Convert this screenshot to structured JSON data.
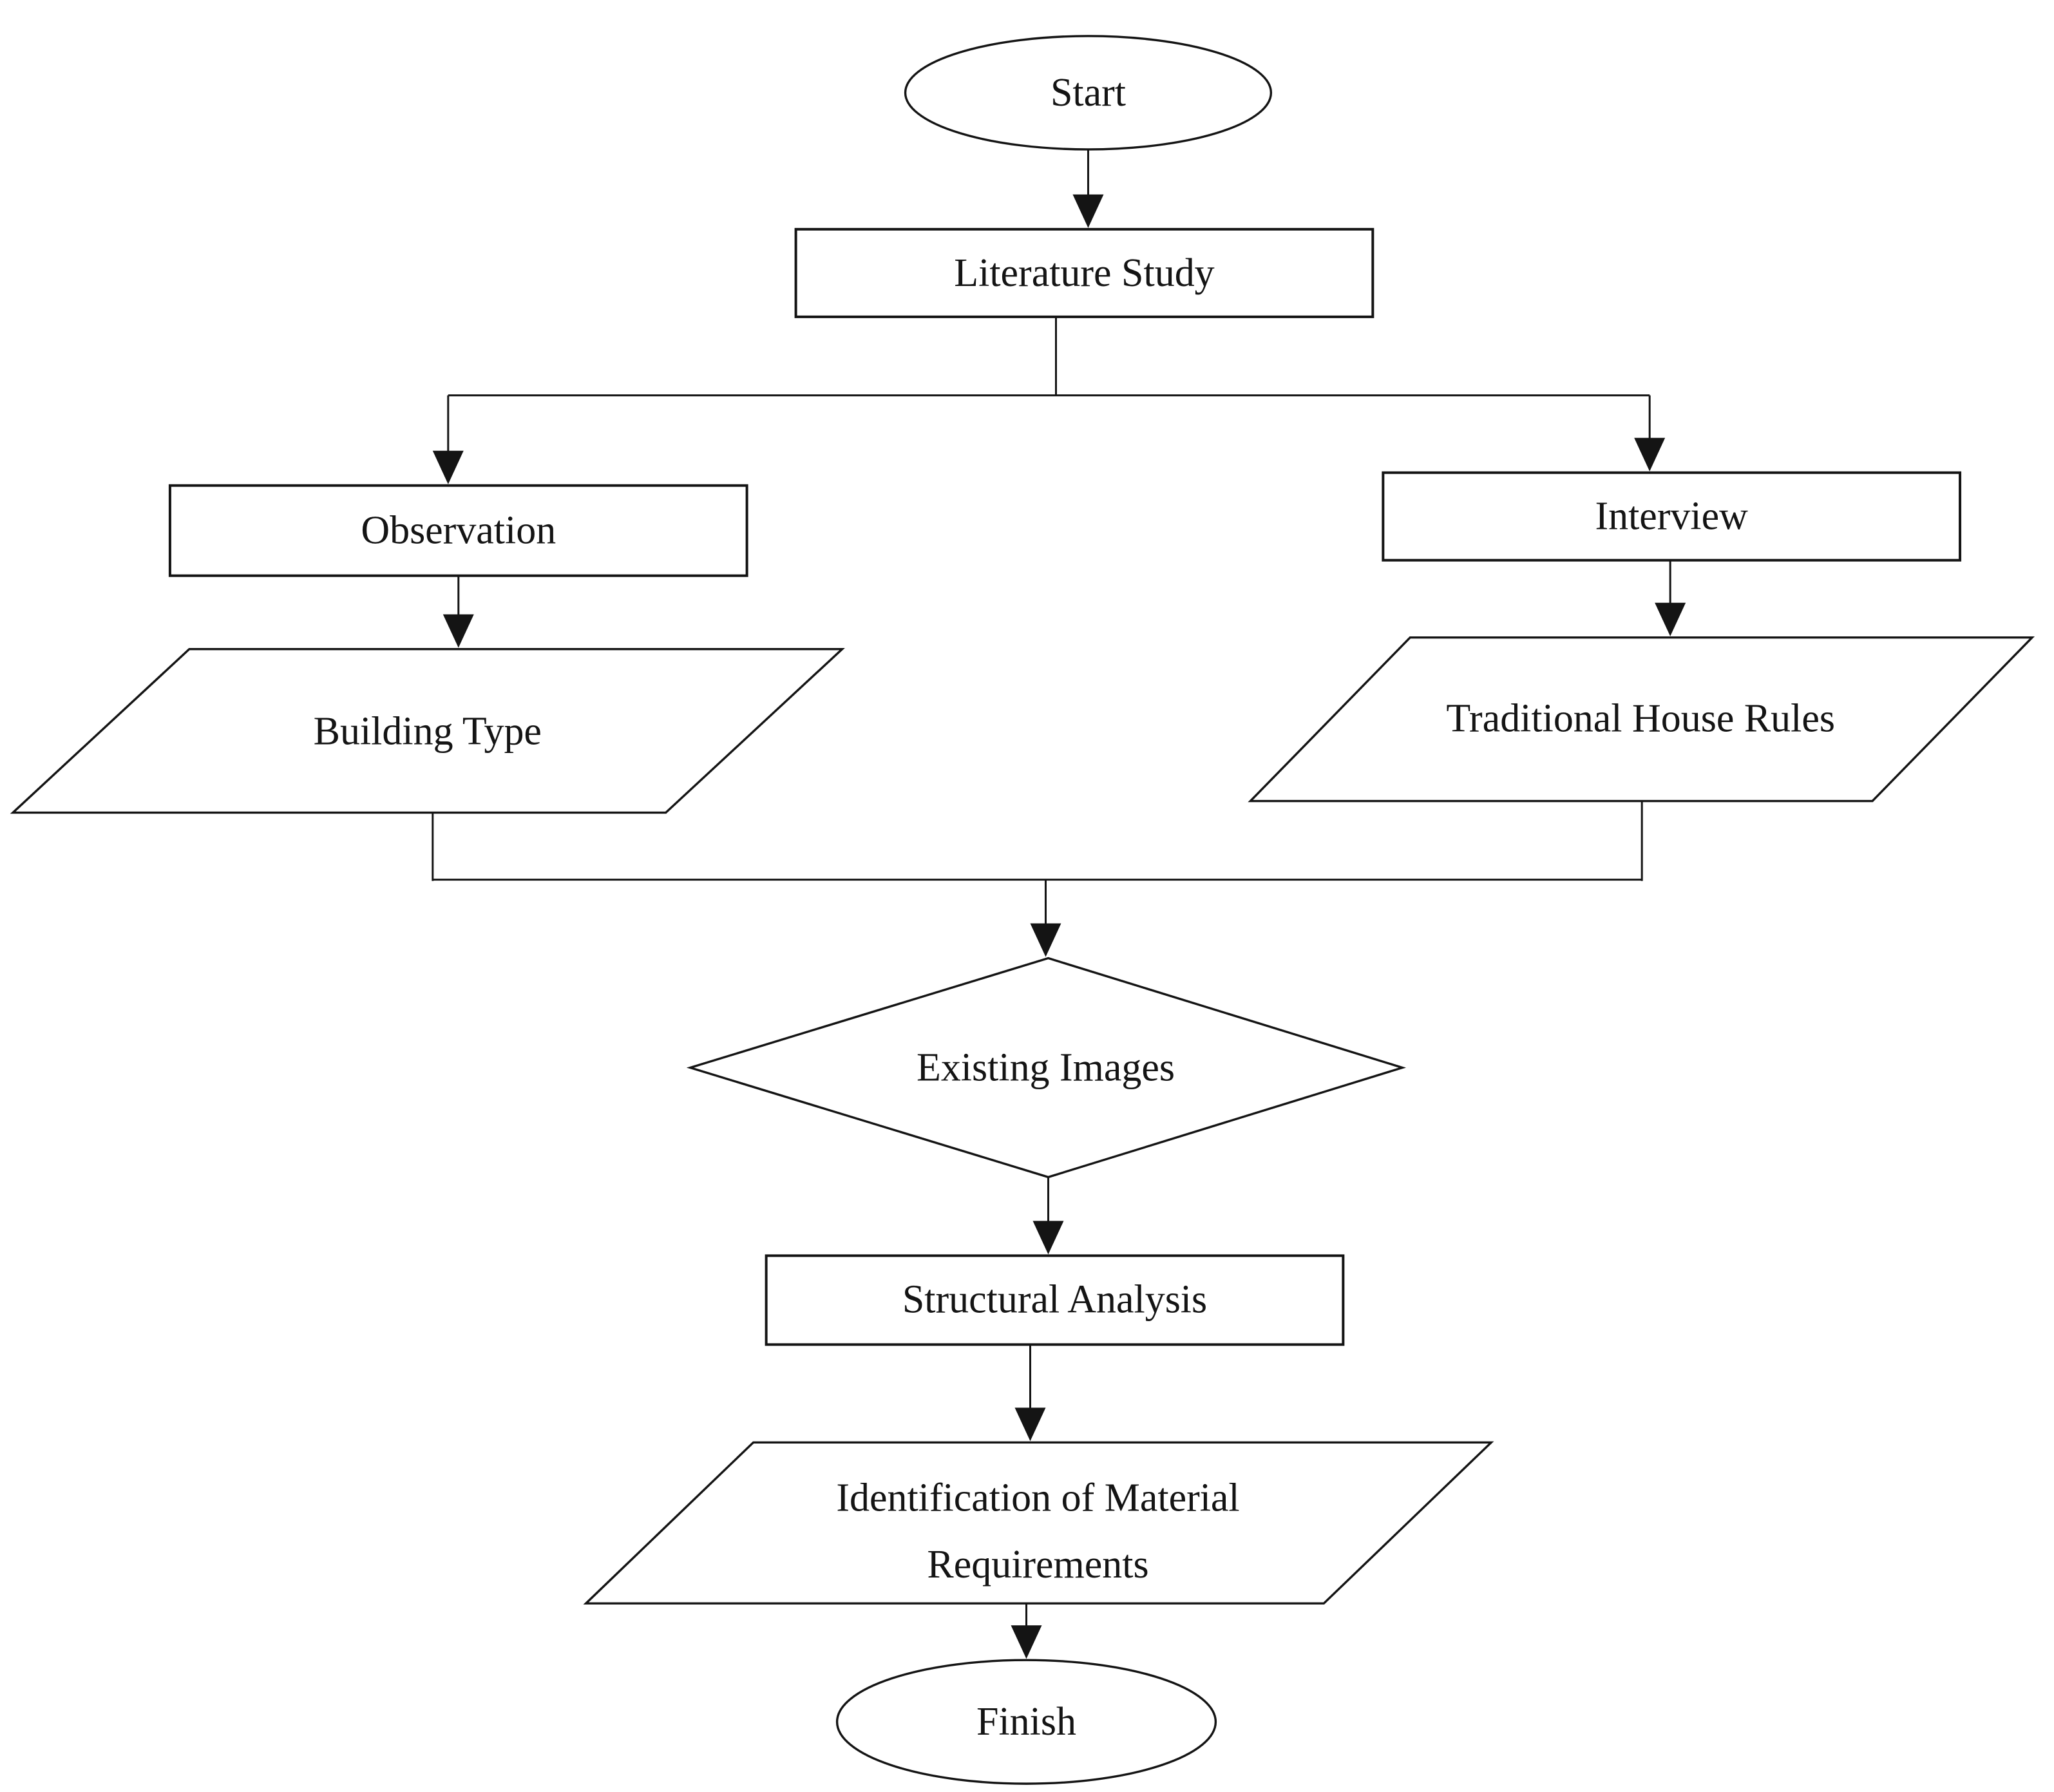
{
  "diagram": {
    "type": "flowchart",
    "colors": {
      "background": "#ffffff",
      "stroke": "#141414",
      "text": "#141414",
      "arrowhead_fill": "#141414"
    },
    "nodes": {
      "start": {
        "label": "Start",
        "shape": "ellipse"
      },
      "literature_study": {
        "label": "Literature Study",
        "shape": "process-rect"
      },
      "observation": {
        "label": "Observation",
        "shape": "process-rect"
      },
      "interview": {
        "label": "Interview",
        "shape": "process-rect"
      },
      "building_type": {
        "label": "Building Type",
        "shape": "parallelogram"
      },
      "traditional_house_rules": {
        "label": "Traditional House Rules",
        "shape": "parallelogram"
      },
      "existing_images": {
        "label": "Existing Images",
        "shape": "decision-diamond"
      },
      "structural_analysis": {
        "label": "Structural Analysis",
        "shape": "process-rect"
      },
      "identification_of_material_requirements": {
        "label": "Identification of Material Requirements",
        "line1": "Identification of Material",
        "line2": "Requirements",
        "shape": "parallelogram"
      },
      "finish": {
        "label": "Finish",
        "shape": "ellipse"
      }
    },
    "edges": [
      {
        "from": "start",
        "to": "literature_study"
      },
      {
        "from": "literature_study",
        "to": "observation"
      },
      {
        "from": "literature_study",
        "to": "interview"
      },
      {
        "from": "observation",
        "to": "building_type"
      },
      {
        "from": "interview",
        "to": "traditional_house_rules"
      },
      {
        "from": "building_type",
        "to": "existing_images"
      },
      {
        "from": "traditional_house_rules",
        "to": "existing_images"
      },
      {
        "from": "existing_images",
        "to": "structural_analysis"
      },
      {
        "from": "structural_analysis",
        "to": "identification_of_material_requirements"
      },
      {
        "from": "identification_of_material_requirements",
        "to": "finish"
      }
    ]
  }
}
